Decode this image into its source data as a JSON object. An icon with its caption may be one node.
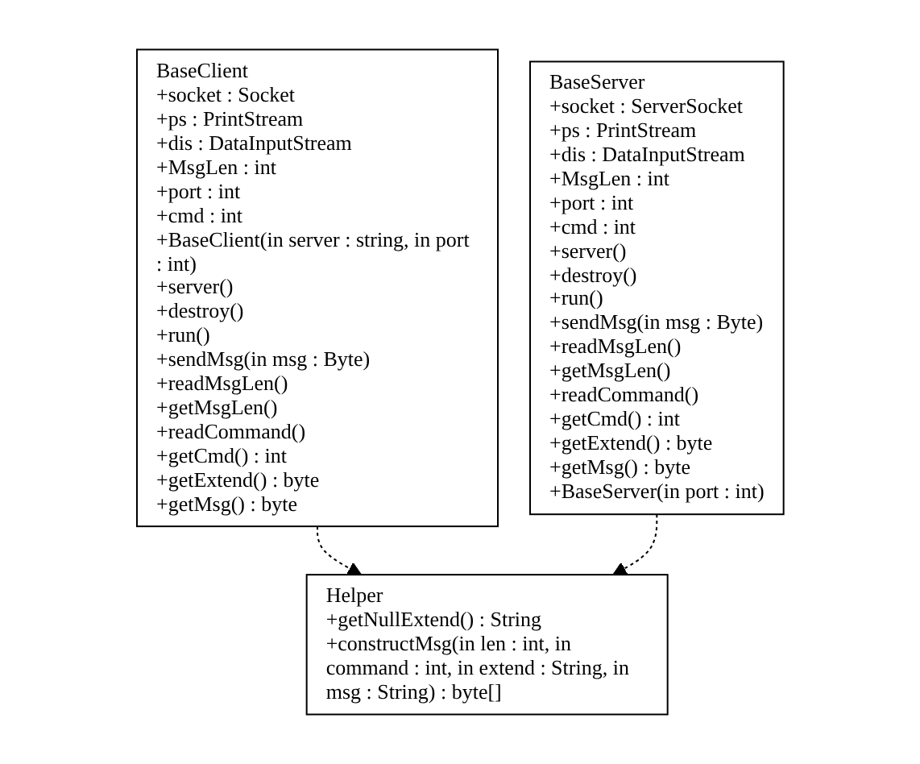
{
  "diagram": {
    "nodes": [
      {
        "text": [
          "BaseClient",
          "+socket : Socket",
          "+ps : PrintStream",
          "+dis : DataInputStream",
          "+MsgLen : int",
          "+port : int",
          "+cmd : int",
          "+BaseClient(in server : string, in port : int)",
          "+server()",
          "+destroy()",
          "+run()",
          "+sendMsg(in msg : Byte)",
          "+readMsgLen()",
          "+getMsgLen()",
          "+readCommand()",
          "+getCmd() : int",
          "+getExtend() : byte",
          "+getMsg() : byte"
        ]
      },
      {
        "text": [
          "BaseServer",
          "+socket : ServerSocket",
          "+ps : PrintStream",
          "+dis : DataInputStream",
          "+MsgLen : int",
          "+port : int",
          "+cmd : int",
          "+server()",
          "+destroy()",
          "+run()",
          "+sendMsg(in msg : Byte)",
          "+readMsgLen()",
          "+getMsgLen()",
          "+readCommand()",
          "+getCmd() : int",
          "+getExtend() : byte",
          "+getMsg() : byte",
          "+BaseServer(in port : int)"
        ]
      },
      {
        "text": [
          "Helper",
          "+getNullExtend() : String",
          "+constructMsg(in len : int, in command : int, in extend : String, in msg : String) : byte[]"
        ]
      }
    ],
    "edges": [
      {
        "from": 0,
        "to": 2,
        "arrow": "to",
        "style": "dashed"
      },
      {
        "from": 1,
        "to": 2,
        "arrow": "to",
        "style": "dashed"
      }
    ]
  }
}
